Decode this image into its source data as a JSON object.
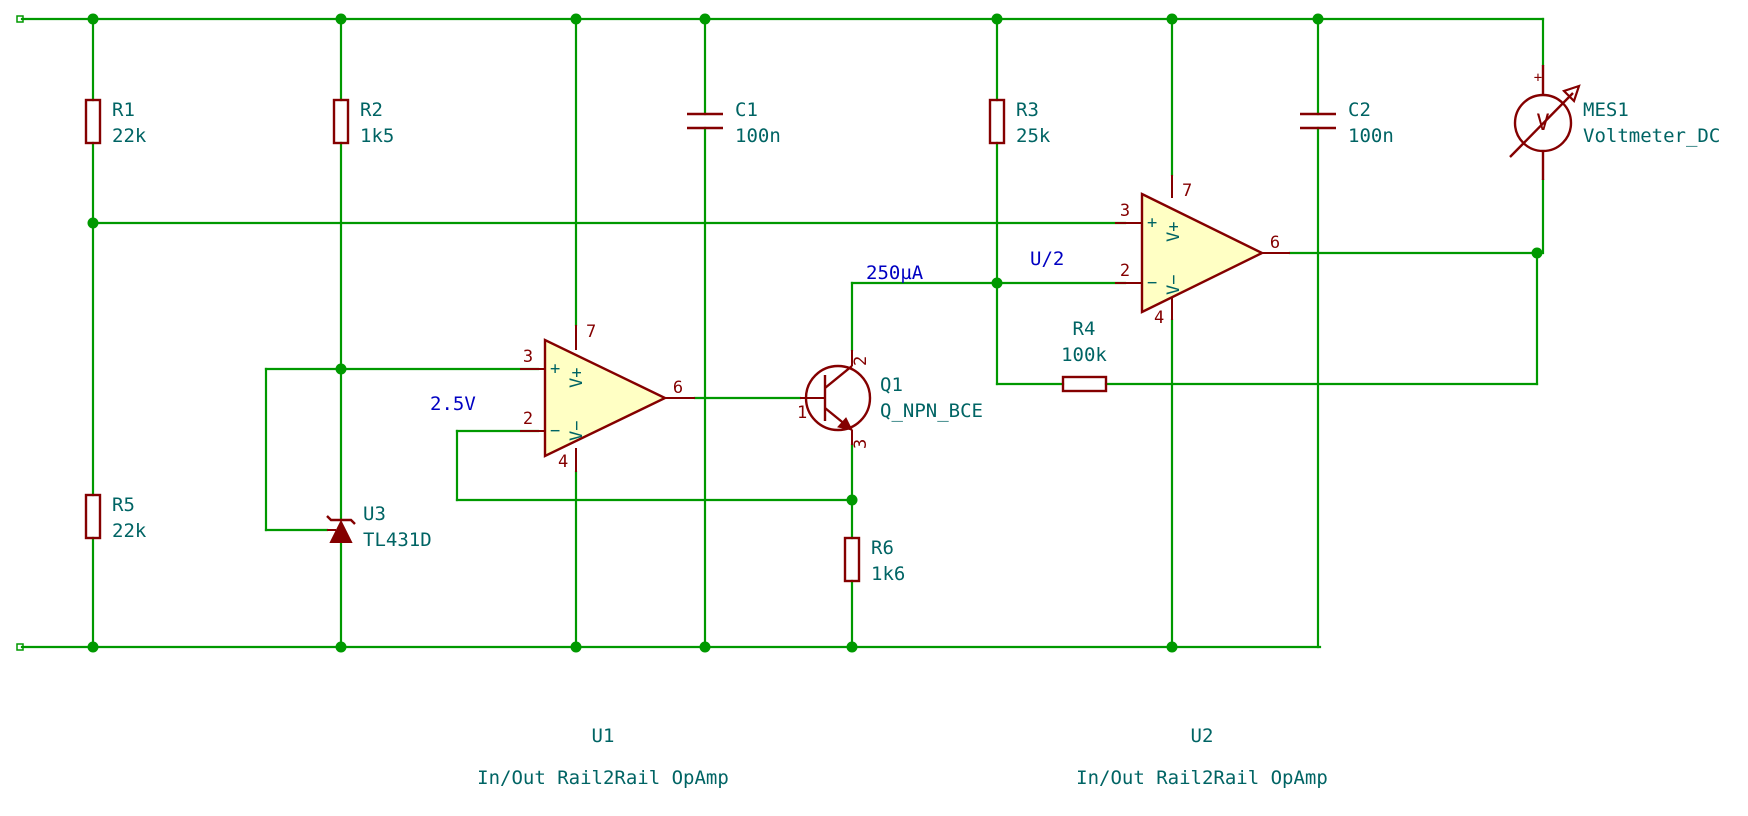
{
  "components": {
    "R1": {
      "ref": "R1",
      "value": "22k"
    },
    "R2": {
      "ref": "R2",
      "value": "1k5"
    },
    "R3": {
      "ref": "R3",
      "value": "25k"
    },
    "R4": {
      "ref": "R4",
      "value": "100k"
    },
    "R5": {
      "ref": "R5",
      "value": "22k"
    },
    "R6": {
      "ref": "R6",
      "value": "1k6"
    },
    "C1": {
      "ref": "C1",
      "value": "100n"
    },
    "C2": {
      "ref": "C2",
      "value": "100n"
    },
    "U1": {
      "ref": "U1",
      "value": "In/Out Rail2Rail OpAmp",
      "pin_plus": "3",
      "pin_minus": "2",
      "pin_out": "6",
      "pin_vp": "7",
      "pin_vm": "4"
    },
    "U2": {
      "ref": "U2",
      "value": "In/Out Rail2Rail OpAmp",
      "pin_plus": "3",
      "pin_minus": "2",
      "pin_out": "6",
      "pin_vp": "7",
      "pin_vm": "4"
    },
    "U3": {
      "ref": "U3",
      "value": "TL431D"
    },
    "Q1": {
      "ref": "Q1",
      "value": "Q_NPN_BCE",
      "pin_base": "1",
      "pin_collector": "2",
      "pin_emitter": "3"
    },
    "MES1": {
      "ref": "MES1",
      "value": "Voltmeter_DC",
      "symbol": "V",
      "polarity": "+"
    }
  },
  "net_labels": {
    "vref": "2.5V",
    "current": "250µA",
    "half": "U/2"
  },
  "pin_names": {
    "plus": "+",
    "minus": "−",
    "vp": "V+",
    "vm": "V−"
  },
  "colors": {
    "wire": "#009900",
    "symbol": "#840000",
    "symbol_fill": "#ffffc4",
    "ref_text": "#006464",
    "net_label": "#0000c2"
  }
}
